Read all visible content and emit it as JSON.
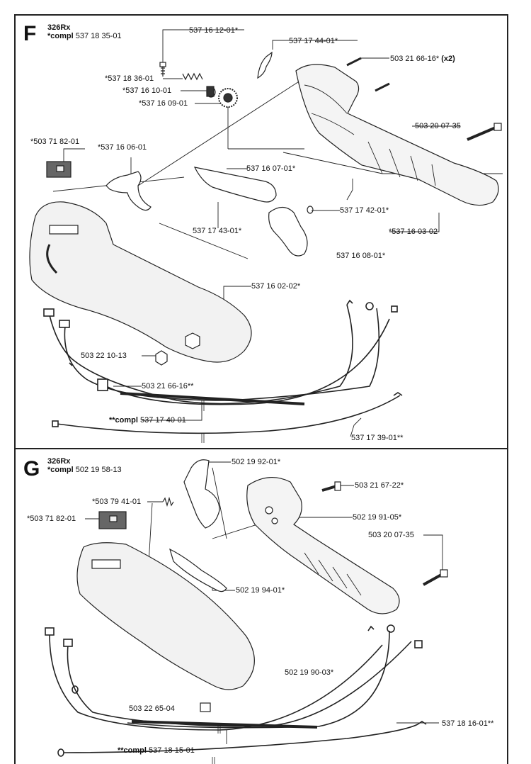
{
  "section_f": {
    "letter": "F",
    "model": "326Rx",
    "compl_prefix": "*compl",
    "compl_number": "537 18 35-01",
    "labels": {
      "p537161201": "537 16 12-01*",
      "p537174401": "537 17 44-01*",
      "p503216616_num": "503 21 66-16*",
      "p503216616_qty": "(x2)",
      "p537183601": "*537 18 36-01",
      "p537161001": "*537 16 10-01",
      "p537160901": "*537 16 09-01",
      "p503718201": "*503 71 82-01",
      "p537160601": "*537 16 06-01",
      "p503200735": "503 20 07-35",
      "p537160701": "537 16 07-01*",
      "p537174201": "537 17 42-01*",
      "p537174301": "537 17 43-01*",
      "p537160302": "*537 16 03-02",
      "p537160801": "537 16 08-01*",
      "p537160202": "537 16 02-02*",
      "p503221013": "503 22 10-13",
      "p503216616b": "503 21 66-16**",
      "p537174001_prefix": "**compl",
      "p537174001_num": "537 17 40-01",
      "p537173901": "537 17 39-01**"
    }
  },
  "section_g": {
    "letter": "G",
    "model": "326Rx",
    "compl_prefix": "*compl",
    "compl_number": "502 19 58-13",
    "labels": {
      "p502199201": "502 19 92-01*",
      "p503216722": "503 21 67-22*",
      "p503794101": "*503 79 41-01",
      "p503718201": "*503 71 82-01",
      "p502199105": "502 19 91-05*",
      "p503200735": "503 20 07-35",
      "p502199401": "502 19 94-01*",
      "p502199003": "502 19 90-03*",
      "p503226504": "503 22 65-04",
      "p537181601": "537 18 16-01**",
      "p537181501_prefix": "**compl",
      "p537181501_num": "537 18 15-01"
    }
  }
}
